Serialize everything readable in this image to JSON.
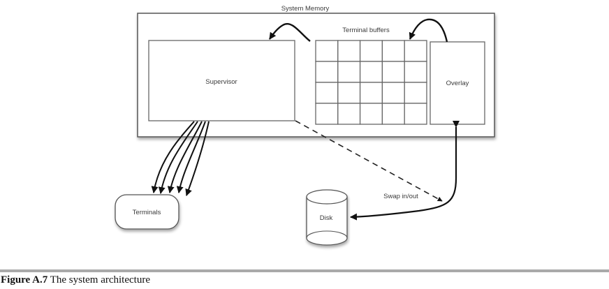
{
  "figure": {
    "title": "The system architecture",
    "label": "Figure A.7",
    "colors": {
      "stroke": "#555555",
      "arrow": "#111111",
      "rule": "#a9a9a9",
      "text": "#3a3a3a"
    }
  },
  "diagram": {
    "nodes": {
      "system_memory": {
        "label": "System Memory",
        "shape": "rectangle-container"
      },
      "supervisor": {
        "label": "Supervisor",
        "shape": "rectangle"
      },
      "terminal_buffers": {
        "label": "Terminal buffers",
        "shape": "grid",
        "rows": 4,
        "cols": 5
      },
      "overlay": {
        "label": "Overlay",
        "shape": "rectangle"
      },
      "terminals": {
        "label": "Terminals",
        "shape": "rounded-rectangle"
      },
      "disk": {
        "label": "Disk",
        "shape": "cylinder"
      }
    },
    "edges": [
      {
        "from": "terminal_buffers",
        "to": "supervisor",
        "style": "solid",
        "arrow": "end"
      },
      {
        "from": "overlay",
        "to": "terminal_buffers",
        "style": "solid",
        "arrow": "end"
      },
      {
        "from": "supervisor",
        "to": "terminals",
        "style": "solid",
        "arrow": "end",
        "count": 5
      },
      {
        "from": "supervisor",
        "to": "swap",
        "style": "dashed",
        "arrow": "end"
      },
      {
        "from": "overlay",
        "to": "disk",
        "style": "solid",
        "arrow": "both",
        "label": "Swap in/out"
      }
    ]
  }
}
